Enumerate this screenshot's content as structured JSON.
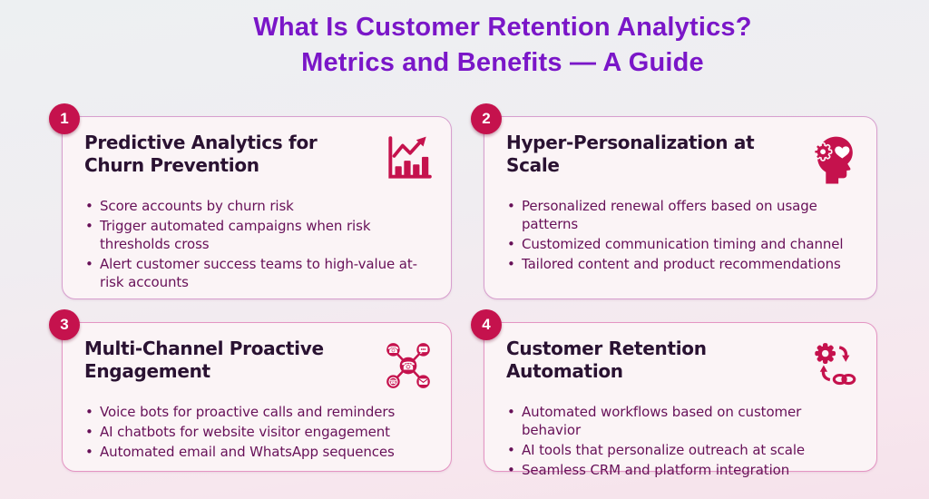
{
  "page_title": {
    "line1": "What Is Customer Retention Analytics?",
    "line2": "Metrics and Benefits — A Guide"
  },
  "colors": {
    "title_purple": "#7a16c8",
    "accent_crimson": "#c5124d",
    "card_background": "#fbf4f6",
    "card_border_pink": "#e495c3",
    "heading_text": "#2a1232",
    "body_text": "#671058",
    "background_top": "#edf0f2",
    "background_bottom": "#f7e7ee"
  },
  "cards": [
    {
      "number": "1",
      "title": "Predictive Analytics for Churn Prevention",
      "icon": "growth-chart-icon",
      "bullets": [
        "Score accounts by churn risk",
        "Trigger automated campaigns when risk thresholds cross",
        "Alert customer success teams to high-value at-risk accounts"
      ]
    },
    {
      "number": "2",
      "title": "Hyper-Personalization at Scale",
      "icon": "personalization-head-heart-gear-icon",
      "bullets": [
        "Personalized renewal offers based on usage patterns",
        "Customized communication timing and channel",
        "Tailored content and product recommendations"
      ]
    },
    {
      "number": "3",
      "title": "Multi-Channel Proactive Engagement",
      "icon": "multichannel-network-icon",
      "bullets": [
        "Voice bots for proactive calls and reminders",
        "AI chatbots for website visitor engagement",
        "Automated email and WhatsApp sequences"
      ]
    },
    {
      "number": "4",
      "title": "Customer Retention Automation",
      "icon": "automation-gear-chain-icon",
      "bullets": [
        "Automated workflows based on customer behavior",
        "AI tools that personalize outreach at scale",
        "Seamless CRM and platform integration"
      ]
    }
  ]
}
